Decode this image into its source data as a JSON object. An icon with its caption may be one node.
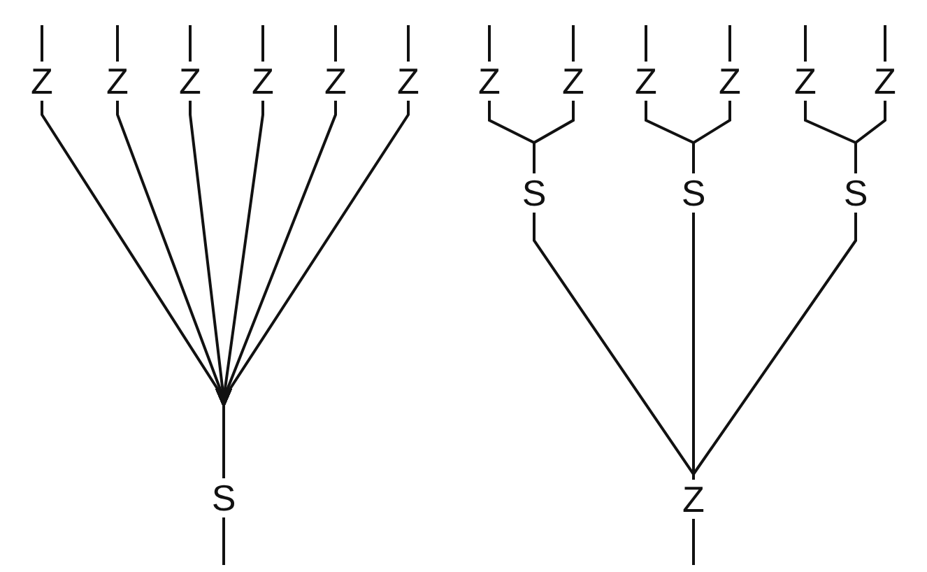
{
  "diagram": {
    "nodes": [
      {
        "text": [
          "Z"
        ]
      },
      {
        "text": [
          "Z"
        ]
      },
      {
        "text": [
          "Z"
        ]
      },
      {
        "text": [
          "Z"
        ]
      },
      {
        "text": [
          "Z"
        ]
      },
      {
        "text": [
          "Z"
        ]
      },
      {
        "text": [
          "Z"
        ]
      },
      {
        "text": [
          "Z"
        ]
      },
      {
        "text": [
          "Z"
        ]
      },
      {
        "text": [
          "Z"
        ]
      },
      {
        "text": [
          "Z"
        ]
      },
      {
        "text": [
          "Z"
        ]
      },
      {
        "text": [
          "S"
        ]
      },
      {
        "text": [
          "S"
        ]
      },
      {
        "text": [
          "S"
        ]
      },
      {
        "text": [
          "S"
        ]
      },
      {
        "text": [
          "Z"
        ]
      }
    ],
    "edges": [
      {
        "from": null,
        "to": 0,
        "arrow": "none"
      },
      {
        "from": null,
        "to": 1,
        "arrow": "none"
      },
      {
        "from": null,
        "to": 2,
        "arrow": "none"
      },
      {
        "from": null,
        "to": 3,
        "arrow": "none"
      },
      {
        "from": null,
        "to": 4,
        "arrow": "none"
      },
      {
        "from": null,
        "to": 5,
        "arrow": "none"
      },
      {
        "from": null,
        "to": 6,
        "arrow": "none"
      },
      {
        "from": null,
        "to": 7,
        "arrow": "none"
      },
      {
        "from": null,
        "to": 8,
        "arrow": "none"
      },
      {
        "from": null,
        "to": 9,
        "arrow": "none"
      },
      {
        "from": null,
        "to": 10,
        "arrow": "none"
      },
      {
        "from": null,
        "to": 11,
        "arrow": "none"
      },
      {
        "from": 0,
        "to": 15,
        "arrow": "to"
      },
      {
        "from": 1,
        "to": 15,
        "arrow": "to"
      },
      {
        "from": 2,
        "to": 15,
        "arrow": "to"
      },
      {
        "from": 3,
        "to": 15,
        "arrow": "to"
      },
      {
        "from": 4,
        "to": 15,
        "arrow": "to"
      },
      {
        "from": 5,
        "to": 15,
        "arrow": "to"
      },
      {
        "from": 6,
        "to": 12,
        "arrow": "none"
      },
      {
        "from": 7,
        "to": 12,
        "arrow": "none"
      },
      {
        "from": 8,
        "to": 13,
        "arrow": "none"
      },
      {
        "from": 9,
        "to": 13,
        "arrow": "none"
      },
      {
        "from": 10,
        "to": 14,
        "arrow": "none"
      },
      {
        "from": 11,
        "to": 14,
        "arrow": "none"
      },
      {
        "from": 12,
        "to": 16,
        "arrow": "none"
      },
      {
        "from": 13,
        "to": 16,
        "arrow": "none"
      },
      {
        "from": 14,
        "to": 16,
        "arrow": "none"
      },
      {
        "from": 15,
        "to": null,
        "arrow": "none"
      },
      {
        "from": 16,
        "to": null,
        "arrow": "none"
      }
    ]
  }
}
